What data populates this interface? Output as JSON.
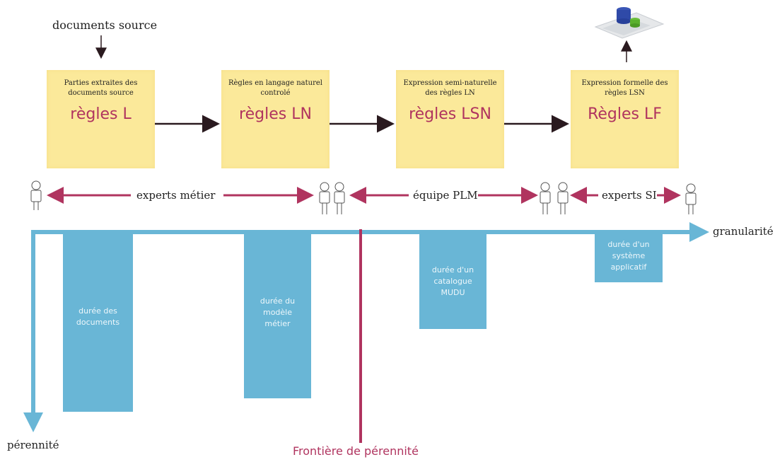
{
  "source_label": "documents source",
  "boxes": [
    {
      "sub": "Parties extraites des documents source",
      "big": "règles L"
    },
    {
      "sub": "Règles en langage naturel controlé",
      "big": "règles LN"
    },
    {
      "sub": "Expression semi-naturelle des règles LN",
      "big": "règles LSN"
    },
    {
      "sub": "Expression formelle des règles LSN",
      "big": "Règles LF"
    }
  ],
  "roles": {
    "experts_metier": "experts métier",
    "equipe_plm": "équipe PLM",
    "experts_si": "experts SI"
  },
  "axes": {
    "x_label": "granularité",
    "y_label": "pérennité",
    "frontier_label": "Frontière de pérennité"
  },
  "bars": [
    {
      "label": "durée des documents"
    },
    {
      "label": "durée du modèle métier"
    },
    {
      "label": "durée d'un catalogue MUDU"
    },
    {
      "label": "durée d'un système applicatif"
    }
  ],
  "colors": {
    "box": "#fbe99a",
    "accent": "#b0345f",
    "axis": "#69b6d6",
    "bar": "#69b6d6"
  }
}
